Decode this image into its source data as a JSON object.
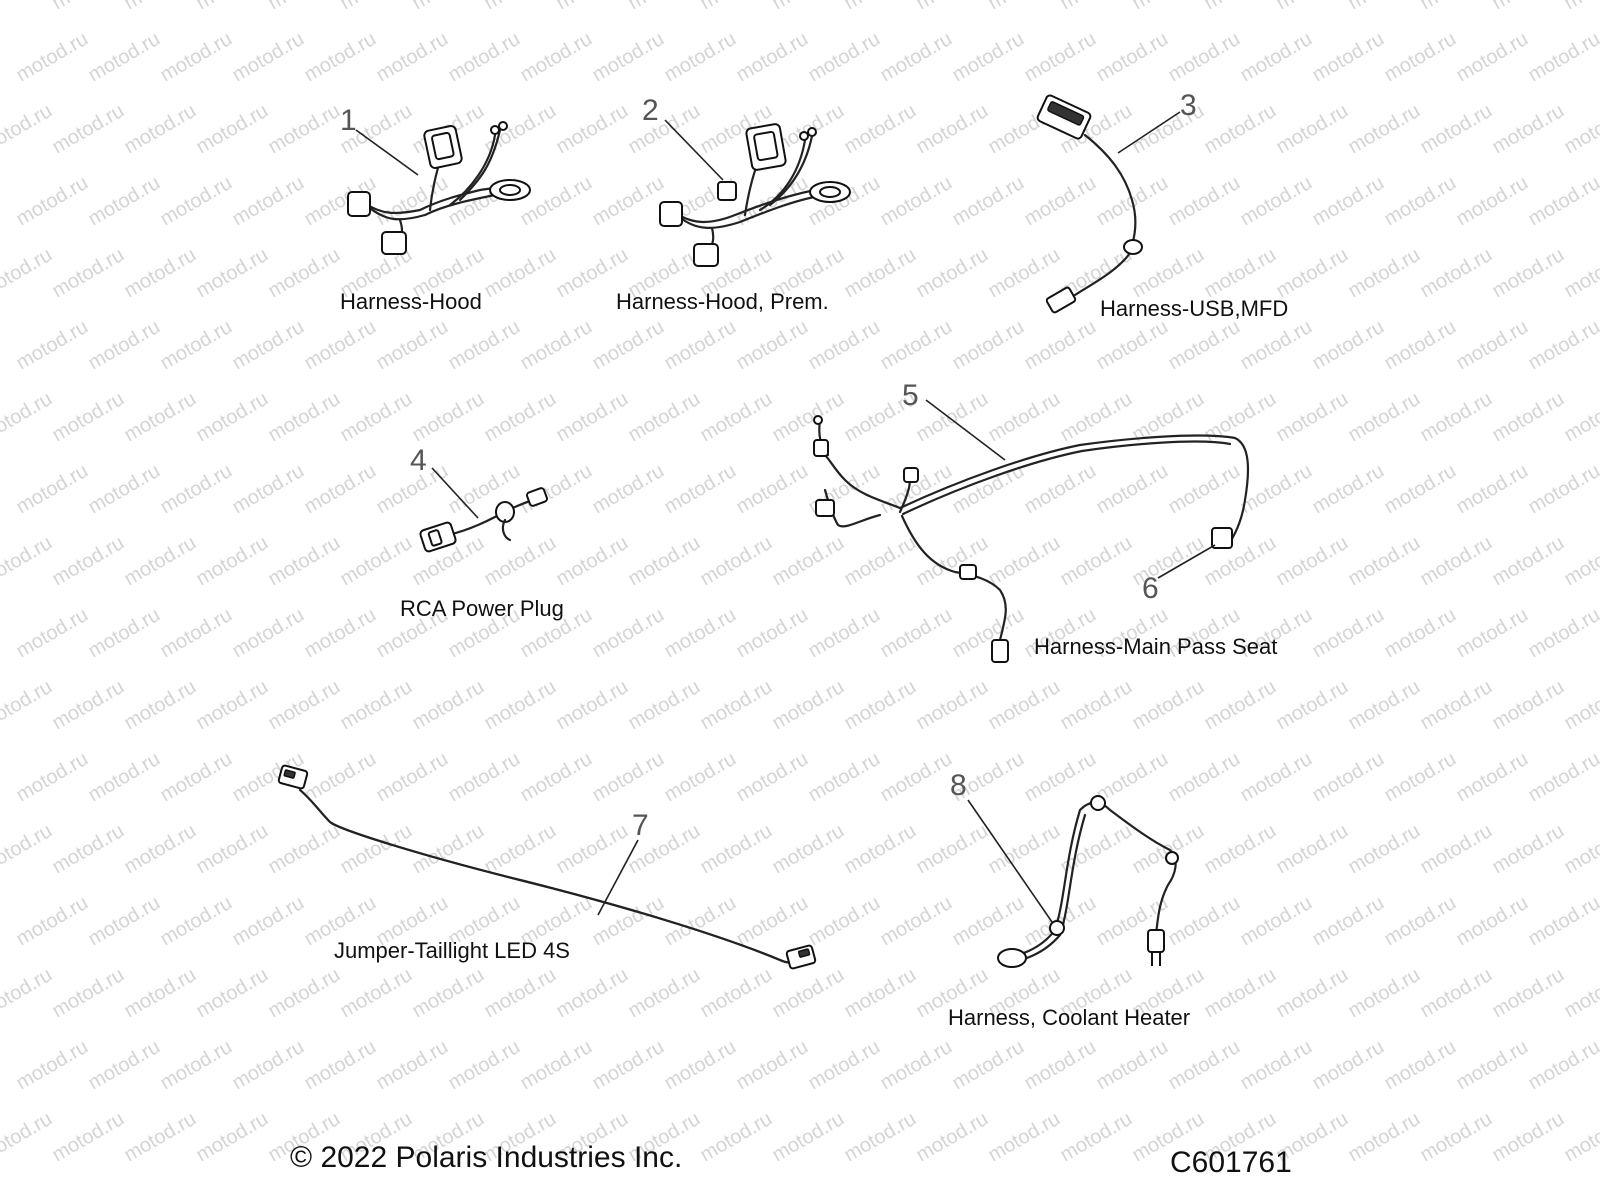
{
  "watermark": "motod.ru",
  "parts": [
    {
      "callout": "1",
      "label": "Harness-Hood"
    },
    {
      "callout": "2",
      "label": "Harness-Hood, Prem."
    },
    {
      "callout": "3",
      "label": "Harness-USB,MFD"
    },
    {
      "callout": "4",
      "label": "RCA Power Plug"
    },
    {
      "callout": "5",
      "label": "Harness-Main Pass Seat"
    },
    {
      "callout": "6",
      "label": ""
    },
    {
      "callout": "7",
      "label": "Jumper-Taillight LED 4S"
    },
    {
      "callout": "8",
      "label": "Harness, Coolant Heater"
    }
  ],
  "footer": {
    "copyright": "© 2022 Polaris Industries Inc.",
    "code": "C601761"
  }
}
